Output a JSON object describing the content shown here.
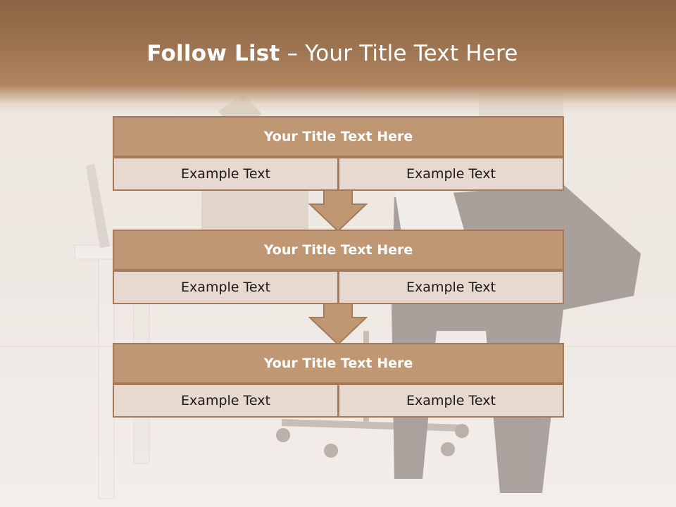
{
  "slide": {
    "title_bold": "Follow List",
    "title_separator": "–",
    "title_rest": "Your Title Text Here"
  },
  "blocks": [
    {
      "title": "Your Title Text Here",
      "left_text": "Example Text",
      "right_text": "Example Text"
    },
    {
      "title": "Your Title Text Here",
      "left_text": "Example Text",
      "right_text": "Example Text"
    },
    {
      "title": "Your Title Text Here",
      "left_text": "Example Text",
      "right_text": "Example Text"
    }
  ],
  "colors": {
    "header_band": "#9c7350",
    "block_title_fill": "#c09773",
    "cell_fill": "#e8d9cf",
    "border": "#a37b5a",
    "arrow_fill": "#c09773"
  },
  "icons": {
    "connector": "down-arrow-icon"
  }
}
